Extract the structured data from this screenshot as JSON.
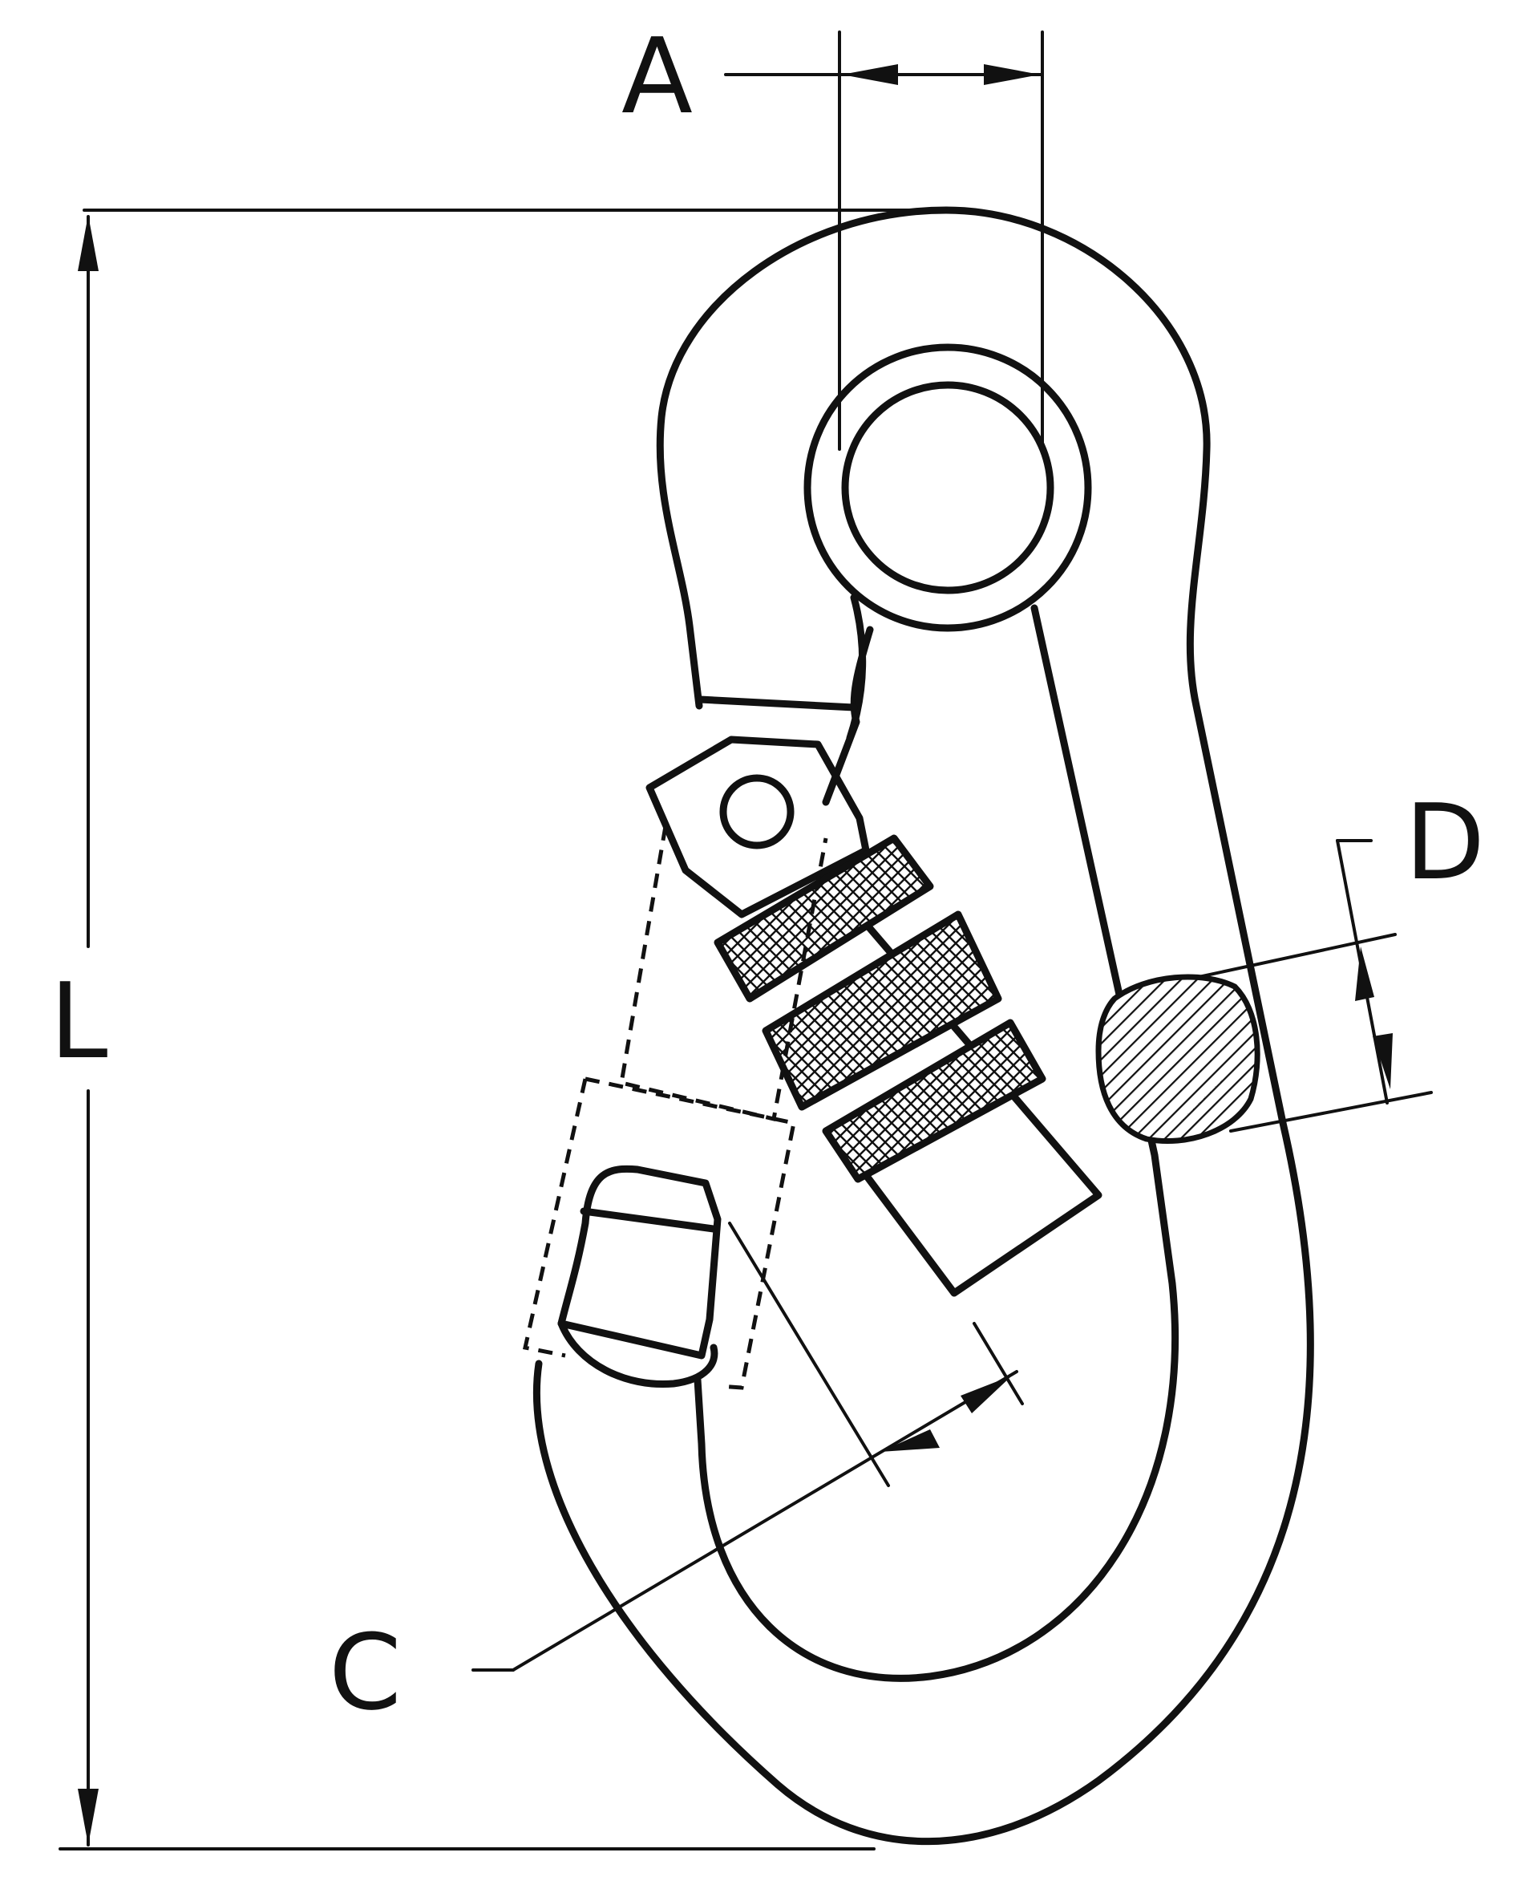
{
  "diagram": {
    "dimension_labels": {
      "A": "A",
      "L": "L",
      "C": "C",
      "D": "D"
    }
  }
}
